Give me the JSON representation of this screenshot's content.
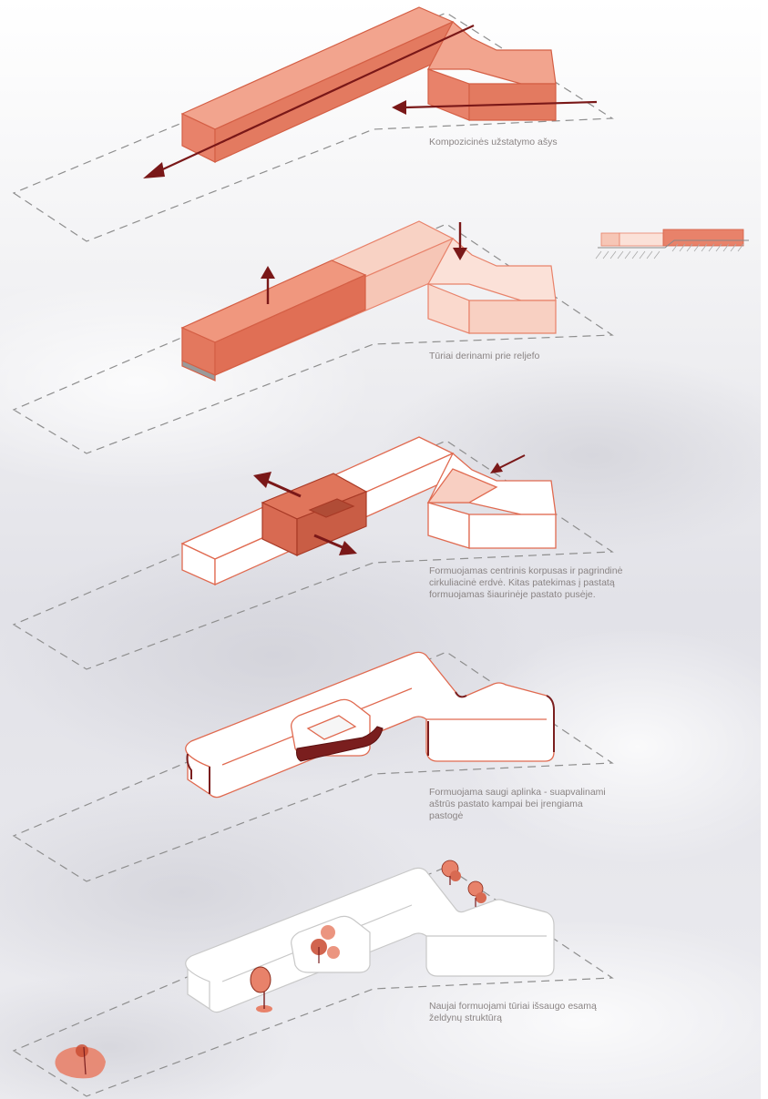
{
  "captions": {
    "step1": [
      "Kompozicinės užstatymo ašys"
    ],
    "step2": [
      "Tūriai derinami prie reljefo"
    ],
    "step3": [
      "Formuojamas centrinis korpusas ir pagrindinė",
      "cirkuliacinė erdvė. Kitas patekimas į pastatą",
      "formuojamas šiaurinėje pastato pusėje."
    ],
    "step4": [
      "Formuojama saugi aplinka - suapvalinami",
      "aštrūs pastato kampai bei įrengiama",
      "pastogė"
    ],
    "step5": [
      "Naujai formuojami tūriai išsaugo esamą",
      "želdynų struktūrą"
    ]
  },
  "colors": {
    "accent": "#e8826a",
    "accent_light": "#f4c4b4",
    "accent_dark": "#d86a52",
    "stroke": "#d45f45",
    "arrow": "#7a1818",
    "canopy": "#7a1e1e",
    "site_outline": "#8e8e8e",
    "sky": "#e4e4ea"
  }
}
